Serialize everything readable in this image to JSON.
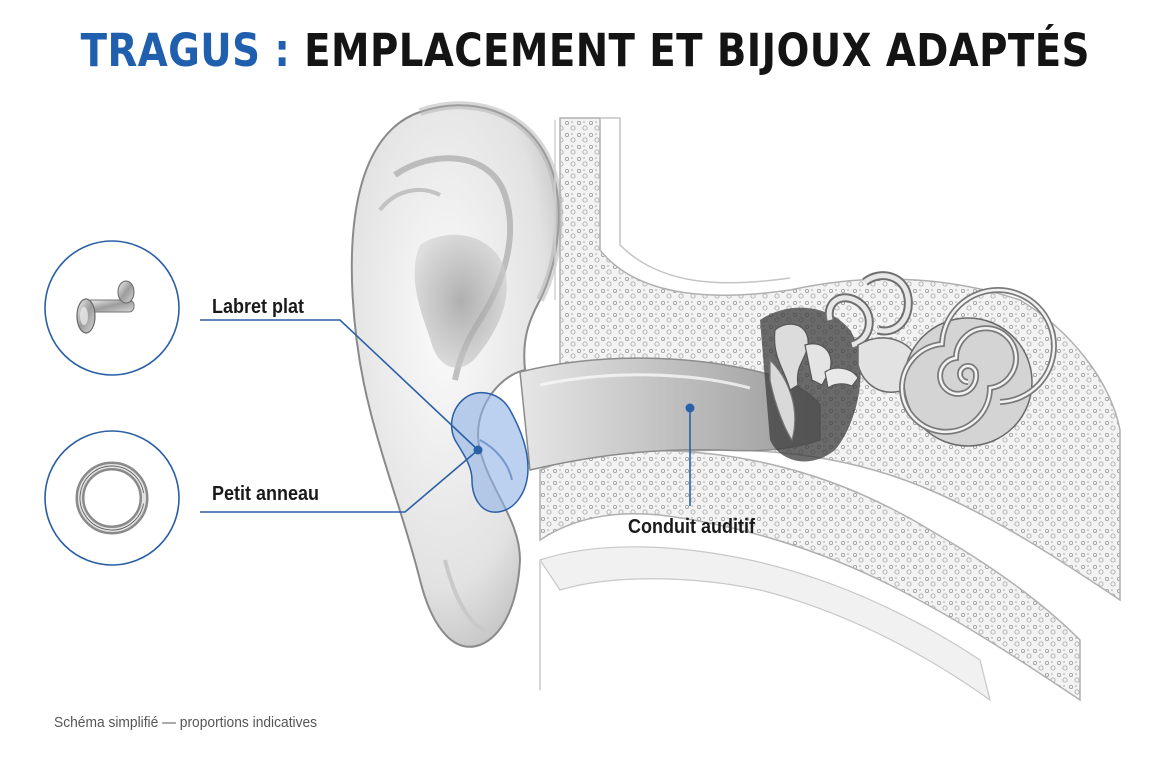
{
  "title": {
    "accent": "TRAGUS :",
    "main": "EMPLACEMENT ET BIJOUX ADAPTÉS"
  },
  "labels": {
    "labret": "Labret plat",
    "ring": "Petit anneau",
    "canal": "Conduit auditif"
  },
  "footnote": "Schéma simplifié — proportions indicatives",
  "colors": {
    "accent": "#1f5fad",
    "highlight": "#8fb3e6",
    "leader_line": "#2b5fa6",
    "text": "#141414"
  },
  "icons": {
    "labret": "flat-labret-stud-icon",
    "ring": "seamless-ring-icon"
  }
}
